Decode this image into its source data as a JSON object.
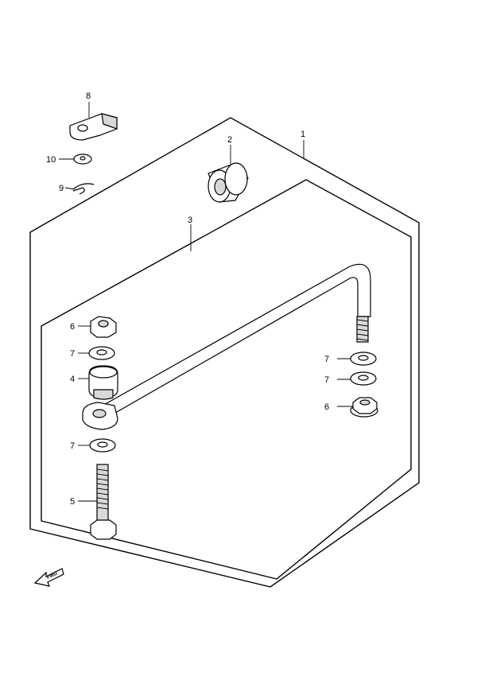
{
  "callouts": {
    "p1": "1",
    "p2": "2",
    "p3": "3",
    "p4": "4",
    "p5": "5",
    "p6_left": "6",
    "p6_right": "6",
    "p7_left_a": "7",
    "p7_left_b": "7",
    "p7_right_a": "7",
    "p7_right_b": "7",
    "p8": "8",
    "p9": "9",
    "p10": "10"
  },
  "fwd_label": "FWD",
  "colors": {
    "line": "#000000",
    "fill": "#ffffff",
    "shade": "#d9d9d9"
  }
}
